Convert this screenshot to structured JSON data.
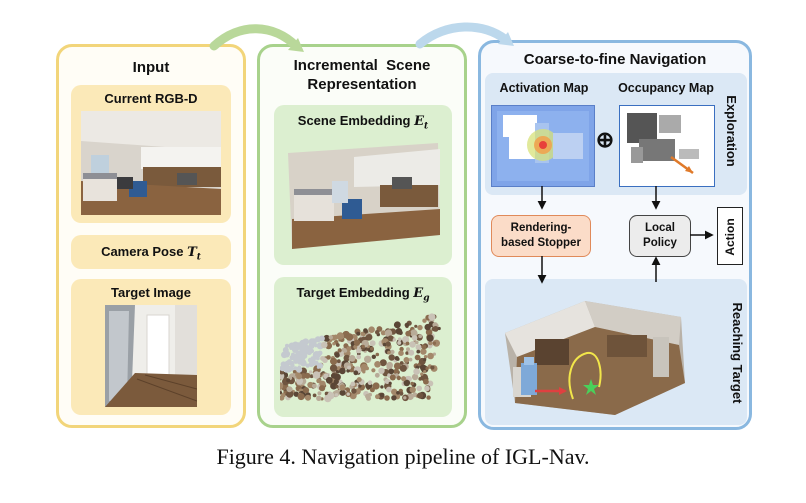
{
  "input_panel": {
    "title": "Input",
    "current_rgbd": "Current RGB-D",
    "camera_pose_label": "Camera Pose",
    "camera_pose_symbol": "T",
    "camera_pose_sub": "t",
    "target_image": "Target Image"
  },
  "scene_panel": {
    "title_line1": "Incremental  Scene",
    "title_line2": "Representation",
    "scene_embedding_label": "Scene Embedding",
    "scene_embedding_symbol": "E",
    "scene_embedding_sub": "t",
    "target_embedding_label": "Target Embedding",
    "target_embedding_symbol": "E",
    "target_embedding_sub": "g"
  },
  "nav_panel": {
    "title": "Coarse-to-fine Navigation",
    "activation_map": "Activation Map",
    "occupancy_map": "Occupancy Map",
    "plus_symbol": "⊕",
    "exploration": "Exploration",
    "rendering_stopper_line1": "Rendering-",
    "rendering_stopper_line2": "based Stopper",
    "local_policy_line1": "Local",
    "local_policy_line2": "Policy",
    "action": "Action",
    "reaching_target": "Reaching Target"
  },
  "caption": "Figure 4. Navigation pipeline of IGL-Nav.",
  "colors": {
    "input_border": "#f2d57a",
    "input_fill": "#fdf4db",
    "scene_border": "#a8d28c",
    "scene_fill": "#e3f1d8",
    "nav_border": "#8ab8e0",
    "nav_fill": "#e3eef8",
    "stopper_fill": "#fbdcc8",
    "stopper_border": "#e08a5a"
  }
}
